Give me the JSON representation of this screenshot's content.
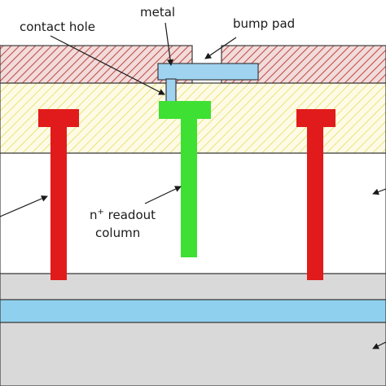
{
  "labels": {
    "metal": "metal",
    "bump_pad": "bump pad",
    "contact_hole": "contact hole",
    "readout_n": "n",
    "readout_sup": "+",
    "readout_rest": " readout",
    "readout_line2": "column"
  },
  "colors": {
    "passivation_hatch": "#c0504d",
    "passivation_bg": "#f2dcdb",
    "oxide_hatch": "#e6d84a",
    "oxide_bg": "#fdfbe6",
    "bulk": "#ffffff",
    "substrate": "#d9d9d9",
    "buried_layer": "#8fd0ee",
    "metal": "#9fd3f0",
    "red_column": "#e11b1b",
    "green_column": "#3ee033",
    "outline": "#3c3c3c"
  }
}
